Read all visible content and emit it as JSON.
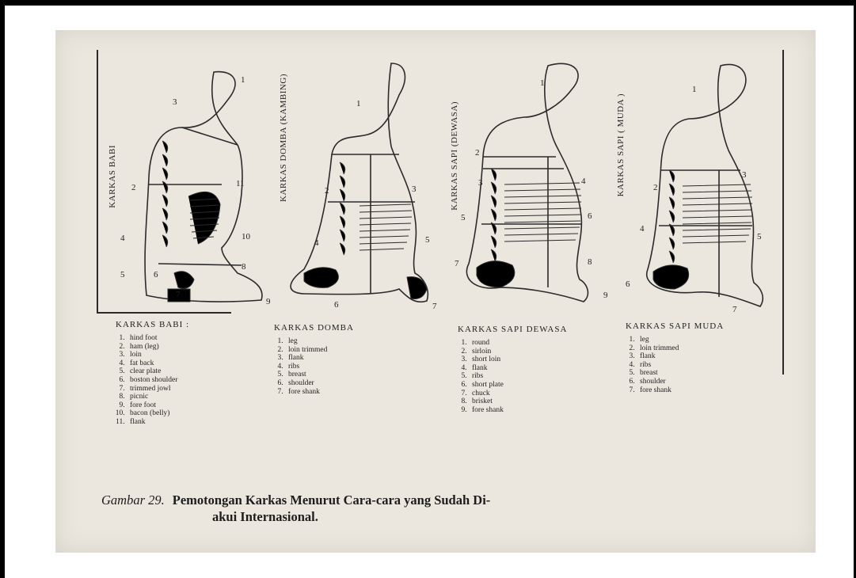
{
  "figure": {
    "caption_lead": "Gambar 29.",
    "caption_line1": "Pemotongan Karkas Menurut Cara-cara yang Sudah Di-",
    "caption_line2": "akui Internasional."
  },
  "carcasses": [
    {
      "side_label": "KARKAS BABI",
      "legend_title": "KARKAS BABI :",
      "cuts": [
        "hind foot",
        "ham (leg)",
        "loin",
        "fat back",
        "clear plate",
        "boston shoulder",
        "trimmed jowl",
        "picnic",
        "fore foot",
        "bacon (belly)",
        "flank"
      ],
      "markers": [
        "1",
        "2",
        "3",
        "4",
        "5",
        "6",
        "7",
        "8",
        "9",
        "10",
        "11"
      ]
    },
    {
      "side_label": "KARKAS DOMBA (KAMBING)",
      "legend_title": "KARKAS DOMBA",
      "cuts": [
        "leg",
        "loin trimmed",
        "flank",
        "ribs",
        "breast",
        "shoulder",
        "fore shank"
      ],
      "markers": [
        "1",
        "2",
        "3",
        "4",
        "5",
        "6",
        "7"
      ]
    },
    {
      "side_label": "KARKAS SAPI (DEWASA)",
      "legend_title": "KARKAS SAPI DEWASA",
      "cuts": [
        "round",
        "sirloin",
        "short loin",
        "flank",
        "ribs",
        "short plate",
        "chuck",
        "brisket",
        "fore shank"
      ],
      "markers": [
        "1",
        "2",
        "3",
        "4",
        "5",
        "6",
        "7",
        "8",
        "9"
      ]
    },
    {
      "side_label": "KARKAS SAPI ( MUDA )",
      "legend_title": "KARKAS SAPI MUDA",
      "cuts": [
        "leg",
        "loin trimmed",
        "flank",
        "ribs",
        "breast",
        "shoulder",
        "fore shank"
      ],
      "markers": [
        "1",
        "2",
        "3",
        "4",
        "5",
        "6",
        "7"
      ]
    }
  ]
}
